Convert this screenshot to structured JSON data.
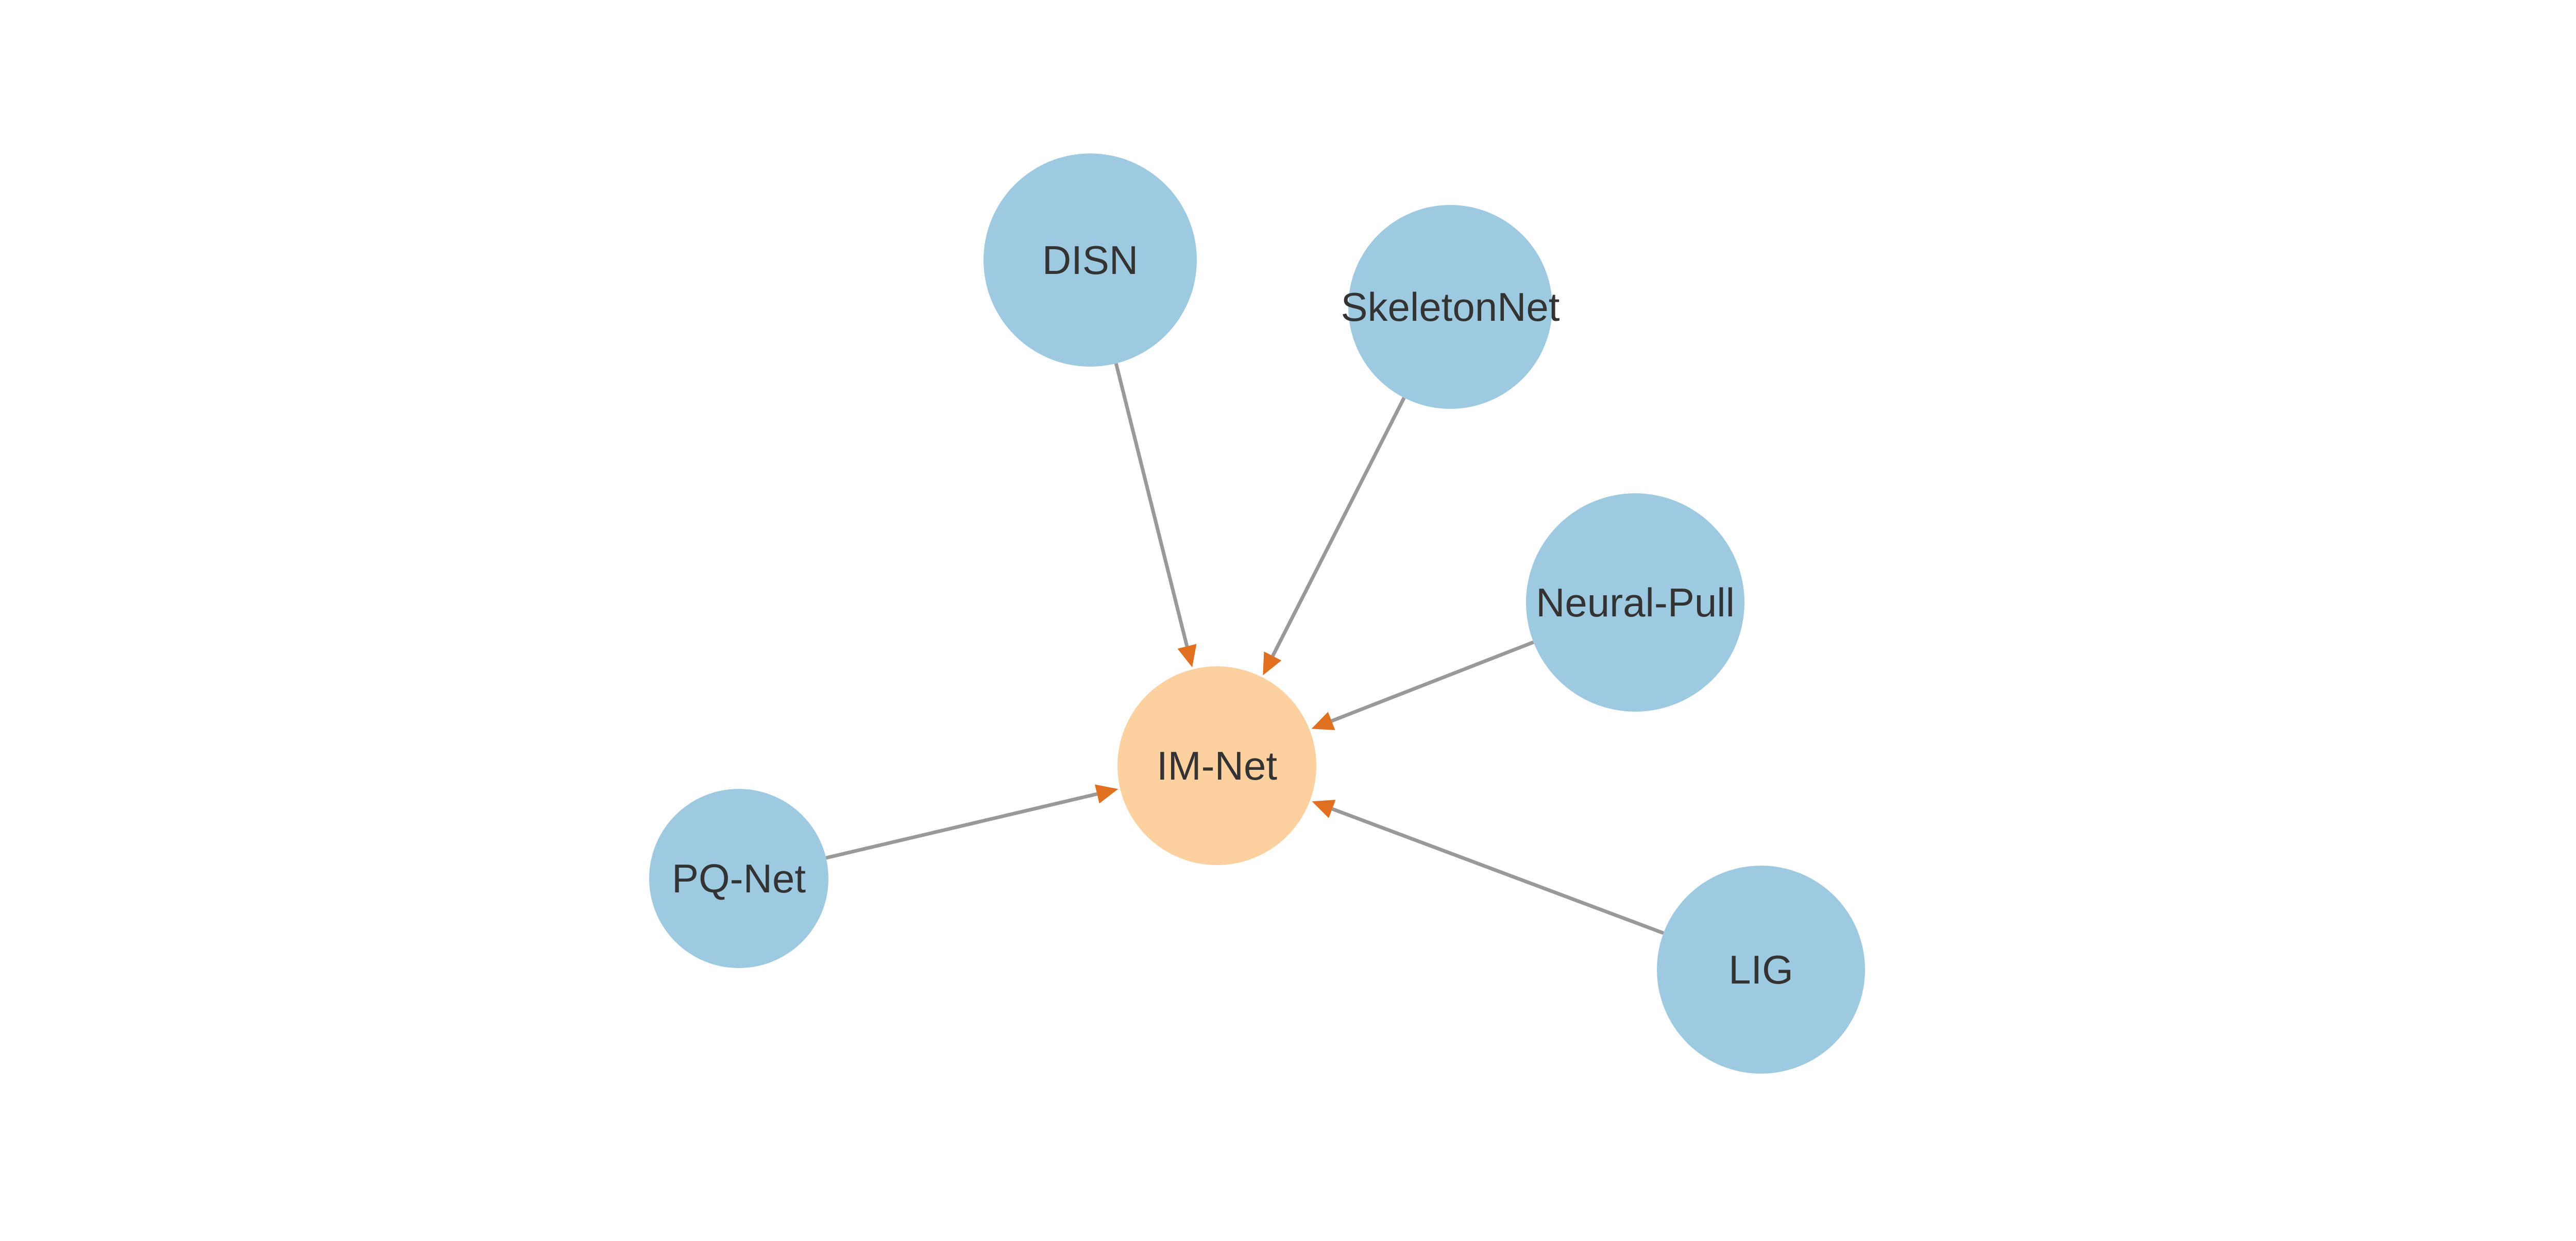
{
  "graph": {
    "type": "directed",
    "colors": {
      "target_node": "#fcd19f",
      "source_node": "#9ecae1",
      "edge": "#999999",
      "arrowhead": "#e06f1f",
      "label": "#333333"
    },
    "nodes": [
      {
        "id": "imnet",
        "label": "IM-Net",
        "role": "target"
      },
      {
        "id": "disn",
        "label": "DISN",
        "role": "source"
      },
      {
        "id": "skeletonnet",
        "label": "SkeletonNet",
        "role": "source"
      },
      {
        "id": "neuralpull",
        "label": "Neural-Pull",
        "role": "source"
      },
      {
        "id": "pqnet",
        "label": "PQ-Net",
        "role": "source"
      },
      {
        "id": "lig",
        "label": "LIG",
        "role": "source"
      }
    ],
    "edges": [
      {
        "from": "disn",
        "to": "imnet"
      },
      {
        "from": "skeletonnet",
        "to": "imnet"
      },
      {
        "from": "neuralpull",
        "to": "imnet"
      },
      {
        "from": "pqnet",
        "to": "imnet"
      },
      {
        "from": "lig",
        "to": "imnet"
      }
    ]
  }
}
